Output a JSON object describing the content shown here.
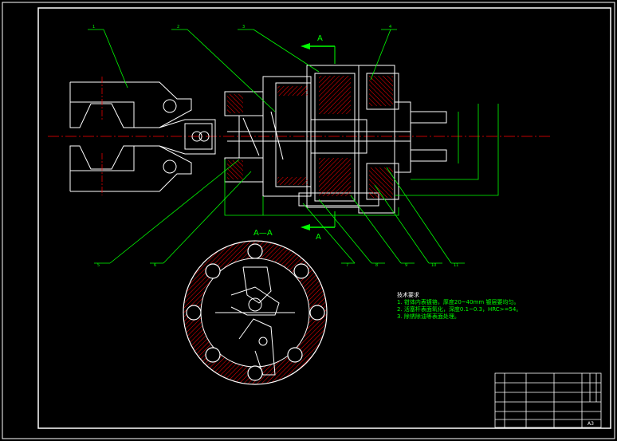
{
  "drawing": {
    "view_label": "A—A",
    "section_arrow_label": "A",
    "section_arrow_label_bottom": "A",
    "callouts": [
      "1",
      "2",
      "3",
      "4",
      "5",
      "6",
      "7",
      "8",
      "9",
      "10",
      "11"
    ]
  },
  "tech_notes": {
    "title": "技术要求",
    "items": [
      "1. 钳体内表镀铬，厚度20~40mm  镀层要均匀。",
      "2. 活塞杆表面氧化，深度0.1~0.3，HRC>=54。",
      "3. 除锈除油等表面处理。"
    ]
  },
  "title_block": {
    "sheet_no": "A3"
  },
  "colors": {
    "outline": "#ffffff",
    "leader": "#00ff00",
    "centerline": "#ff0000",
    "hatch": "#ff0000",
    "label": "#00ff00"
  }
}
